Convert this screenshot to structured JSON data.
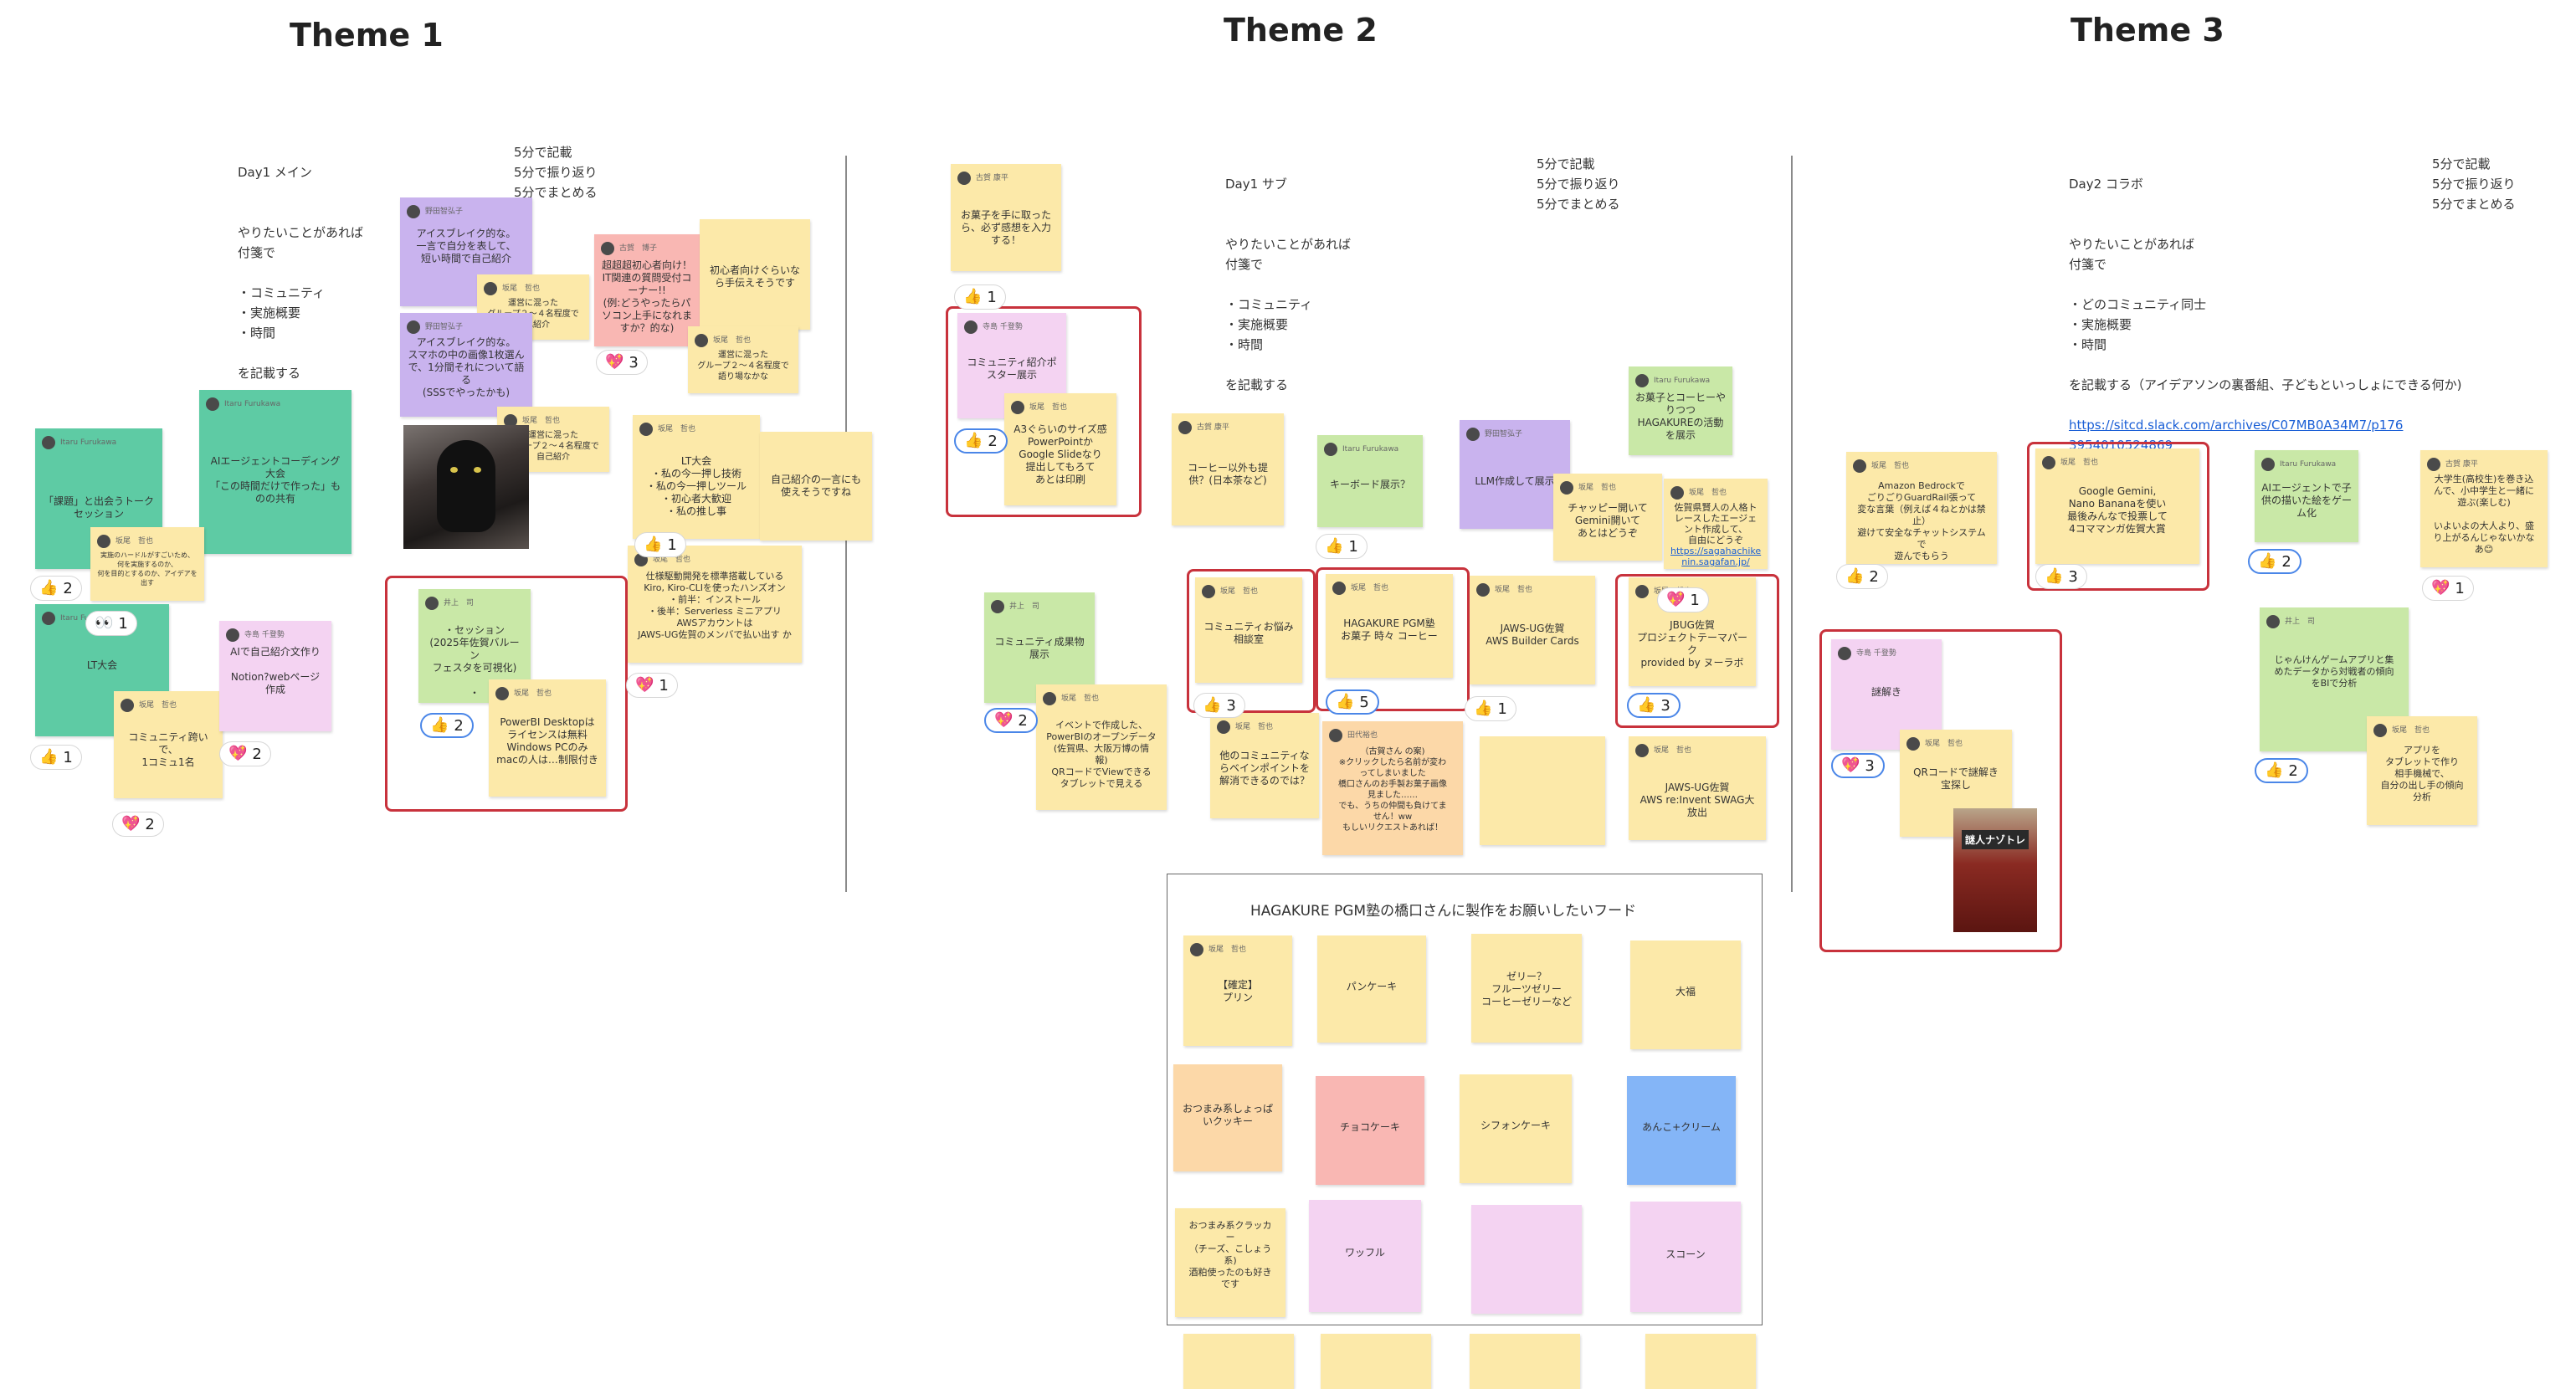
{
  "themes": {
    "t1": {
      "title": "Theme 1"
    },
    "t2": {
      "title": "Theme 2"
    },
    "t3": {
      "title": "Theme 3"
    }
  },
  "instructions": {
    "t1": {
      "heading": "Day1 メイン",
      "body": "やりたいことがあれば\n付箋で\n\n・コミュニティ\n・実施概要\n・時間\n\nを記載する",
      "timing": "5分で記載\n5分で振り返り\n5分でまとめる"
    },
    "t2": {
      "heading": "Day1 サブ",
      "body": "やりたいことがあれば\n付箋で\n\n・コミュニティ\n・実施概要\n・時間\n\nを記載する",
      "timing": "5分で記載\n5分で振り返り\n5分でまとめる"
    },
    "t3": {
      "heading": "Day2 コラボ",
      "body": "やりたいことがあれば\n付箋で\n\n・どのコミュニティ同士\n・実施概要\n・時間\n\nを記載する（アイデアソンの裏番組、子どもといっしょにできる何か)",
      "link": "https://sitcd.slack.com/archives/C07MB0A34M7/p176\n3954010524869",
      "timing": "5分で記載\n5分で振り返り\n5分でまとめる"
    }
  },
  "stickies": {
    "s1": {
      "author": "野田智弘子",
      "text": "アイスブレイク的な。\n一言で自分を表して、\n短い時間で自己紹介"
    },
    "s2": {
      "author": "坂尾　哲也",
      "text": "運営に混った\nグループ２〜４名程度で\n自己紹介"
    },
    "s3": {
      "author": "野田智弘子",
      "text": "アイスブレイク的な。\nスマホの中の画像1枚選ん\nで、1分間それについて語\nる\n(SSSでやったかも)"
    },
    "s4": {
      "author": "坂尾　哲也",
      "text": "運営に混った\nグループ２〜４名程度で\n自己紹介"
    },
    "s5": {
      "author": "古賀　博子",
      "text": "超超超初心者向け！\nIT関連の質問受付コ\nーナー!!\n(例:どうやったらパ\nソコン上手になれま\nすか？的な)"
    },
    "s6": {
      "author": "",
      "text": "初心者向けぐらいな\nら手伝えそうです"
    },
    "s7": {
      "author": "坂尾　哲也",
      "text": "運営に混った\nグループ２〜４名程度で\n語り場なかな"
    },
    "s8": {
      "author": "Itaru Furukawa",
      "text": "AIエージェントコーディング\n大会\n「この時間だけで作った」も\nのの共有"
    },
    "s9": {
      "author": "Itaru Furukawa",
      "text": "「課題」と出会うトーク\nセッション"
    },
    "s10": {
      "author": "坂尾　哲也",
      "text": "実施のハードルがすごいため、\n何を実施するのか、\n何を目的とするのか、アイデアを\n出す"
    },
    "s11": {
      "author": "Itaru Furukawa",
      "text": "LT大会"
    },
    "s12": {
      "author": "坂尾　哲也",
      "text": "コミュニティ跨いで、\n1コミュ1名"
    },
    "s13": {
      "author": "寺島 千登勢",
      "text": "AIで自己紹介文作り\n\nNotion?webページ\n作成"
    },
    "s14": {
      "author": "坂尾　哲也",
      "text": "LT大会\n・私の今一押し技術\n・私の今一押しツール\n・初心者大歓迎\n・私の推し事"
    },
    "s15": {
      "author": "",
      "text": "自己紹介の一言にも\n使えそうですね"
    },
    "s16": {
      "author": "坂尾　哲也",
      "text": "仕様駆動開発を標準搭載している\nKiro, Kiro-CLIを使ったハンズオン\n・前半：インストール\n・後半：Serverless ミニアプリ\nAWSアカウントは\nJAWS-UG佐賀のメンバで払い出す か"
    },
    "s17": {
      "author": "井上　司",
      "text": "・セッション\n(2025年佐賀バルーン\nフェスタを可視化)\n\n・"
    },
    "s18": {
      "author": "坂尾　哲也",
      "text": "PowerBI Desktopは\nライセンスは無料\nWindows PCのみ\nmacの人は…制限付き"
    },
    "s19": {
      "author": "古賀 康平",
      "text": "お菓子を手に取った\nら、必ず感想を入力\nする！"
    },
    "s20": {
      "author": "寺島 千登勢",
      "text": "コミュニティ紹介ポ\nスター展示"
    },
    "s21": {
      "author": "坂尾　哲也",
      "text": "A3ぐらいのサイズ感\nPowerPointか\nGoogle Slideなり\n提出してもろて\nあとは印刷"
    },
    "s22": {
      "author": "古賀 康平",
      "text": "コーヒー以外も提\n供？(日本茶など)"
    },
    "s23": {
      "author": "Itaru Furukawa",
      "text": "キーボード展示？"
    },
    "s24": {
      "author": "野田智弘子",
      "text": "LLM作成して展示"
    },
    "s25": {
      "author": "坂尾　哲也",
      "text": "チャッピー開いて\nGemini開いて\nあとはどうぞ"
    },
    "s26": {
      "author": "Itaru Furukawa",
      "text": "お菓子とコーヒーや\nりつつ\nHAGAKUREの活動\nを展示"
    },
    "s27": {
      "author": "坂尾　哲也",
      "text": "佐賀県賢人の人格ト\nレースしたエージェ\nント作成して、\n自由にどうぞ",
      "link": "https://sagahachike\nnin.sagafan.jp/"
    },
    "s28": {
      "author": "井上　司",
      "text": "コミュニティ成果物\n展示"
    },
    "s29": {
      "author": "坂尾　哲也",
      "text": "イベントで作成した、\nPowerBIのオープンデータ\n(佐賀県、大阪万博の情\n報)\nQRコードでViewできる\nタブレットで見える"
    },
    "s30": {
      "author": "坂尾　哲也",
      "text": "コミュニティお悩み\n相談室"
    },
    "s31": {
      "author": "坂尾　哲也",
      "text": "他のコミュニティな\nらベインポイントを\n解消できるのでは？"
    },
    "s32": {
      "author": "坂尾　哲也",
      "text": "HAGAKURE PGM塾\nお菓子 時々 コーヒー"
    },
    "s33": {
      "author": "田代裕也",
      "text": "（古賀さん の案)\n※クリックしたら名前が変わ\nってしまいました\n橋口さんのお手製お菓子画像\n見ました……\nでも、うちの仲間も負けてま\nせん！ww\nもしいリクエストあれば！"
    },
    "s34": {
      "author": "坂尾　哲也",
      "text": "JAWS-UG佐賀\nAWS Builder Cards"
    },
    "s35": {
      "author": "坂尾　哲也",
      "text": "JBUG佐賀\nプロジェクトテーマパー\nク\nprovided by ヌーラボ"
    },
    "s36": {
      "author": "坂尾　哲也",
      "text": "JAWS-UG佐賀\nAWS re:Invent SWAG大放出"
    },
    "s37": {
      "author": "坂尾　哲也",
      "text": "Amazon Bedrockで\nごりごりGuardRail張って\n変な言葉（例えば４ねとかは禁止）\n避けて安全なチャットシステムで\n遊んでもらう"
    },
    "s38": {
      "author": "坂尾　哲也",
      "text": "Google Gemini,\nNano Bananaを使い\n最後みんなで投票して\n4コママンガ佐賀大賞"
    },
    "s39": {
      "author": "Itaru Furukawa",
      "text": "AIエージェントで子\n供の描いた絵をゲー\nム化"
    },
    "s40": {
      "author": "古賀 康平",
      "text": "大学生(高校生)を巻き込\nんで、小中学生と一緒に\n遊ぶ(楽しむ)\n\nいよいよの大人より、盛\nり上がるんじゃないかな\nあ😊"
    },
    "s41": {
      "author": "寺島 千登勢",
      "text": "謎解き"
    },
    "s42": {
      "author": "坂尾　哲也",
      "text": "QRコードで謎解き\n宝探し"
    },
    "s43": {
      "author": "井上　司",
      "text": "じゃんけんゲームアプリと集\nめたデータから対戦者の傾向\nをBIで分析"
    },
    "s44": {
      "author": "坂尾　哲也",
      "text": "アプリを\nタブレットで作り\n相手機械で、\n自分の出し手の傾向\n分析"
    }
  },
  "food": {
    "title": "HAGAKURE PGM塾の橋口さんに製作をお願いしたいフード",
    "f1": {
      "author": "坂尾　哲也",
      "text": "【確定】\nプリン"
    },
    "f2": "パンケーキ",
    "f3": "ゼリー？\nフルーツゼリー\nコーヒーゼリーなど",
    "f4": "大福",
    "f5": "おつまみ系しょっぱ\nいクッキー",
    "f6": "チョコケーキ",
    "f7": "シフォンケーキ",
    "f8": "あんこ+クリーム",
    "f9": "おつまみ系クラッカ\nー\n（チーズ、こしょう\n系)\n酒粕使ったのも好き\nです",
    "f10": "ワッフル",
    "f11": "",
    "f12": "スコーン"
  },
  "reactions": {
    "r1": {
      "emoji": "👍",
      "count": "2"
    },
    "r2": {
      "emoji": "👀",
      "count": "1"
    },
    "r3": {
      "emoji": "👍",
      "count": "1"
    },
    "r4": {
      "emoji": "💖",
      "count": "2"
    },
    "r5": {
      "emoji": "💖",
      "count": "2"
    },
    "r6": {
      "emoji": "💖",
      "count": "3"
    },
    "r7": {
      "emoji": "👍",
      "count": "1"
    },
    "r8": {
      "emoji": "💖",
      "count": "1"
    },
    "r9": {
      "emoji": "👍",
      "count": "2"
    },
    "r10": {
      "emoji": "👍",
      "count": "1"
    },
    "r11": {
      "emoji": "👍",
      "count": "2"
    },
    "r12": {
      "emoji": "👍",
      "count": "1"
    },
    "r13": {
      "emoji": "💖",
      "count": "2"
    },
    "r14": {
      "emoji": "👍",
      "count": "3"
    },
    "r15": {
      "emoji": "👍",
      "count": "5"
    },
    "r16": {
      "emoji": "👍",
      "count": "1"
    },
    "r17": {
      "emoji": "💖",
      "count": "1"
    },
    "r18": {
      "emoji": "👍",
      "count": "3"
    },
    "r19": {
      "emoji": "👍",
      "count": "2"
    },
    "r20": {
      "emoji": "👍",
      "count": "3"
    },
    "r21": {
      "emoji": "👍",
      "count": "2"
    },
    "r22": {
      "emoji": "💖",
      "count": "1"
    },
    "r23": {
      "emoji": "💖",
      "count": "3"
    },
    "r24": {
      "emoji": "👍",
      "count": "2"
    }
  },
  "images": {
    "book": "謎人ナゾトレ"
  }
}
